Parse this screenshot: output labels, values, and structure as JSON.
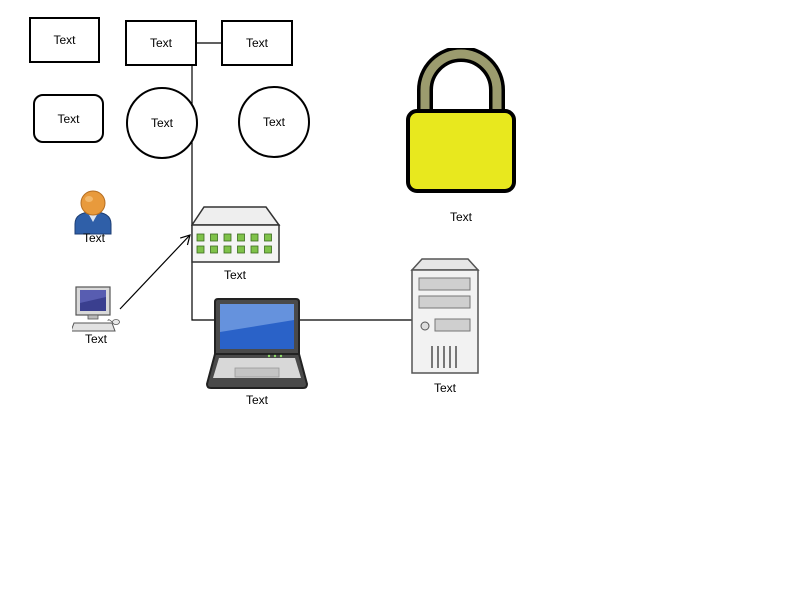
{
  "shapes": {
    "rect_1": "Text",
    "rect_2": "Text",
    "rect_3": "Text",
    "rounded_rect": "Text",
    "circle_1": "Text",
    "circle_2": "Text"
  },
  "devices": {
    "lock": "Text",
    "user": "Text",
    "switch": "Text",
    "workstation": "Text",
    "laptop": "Text",
    "server": "Text"
  },
  "icons": [
    "padlock-icon",
    "user-icon",
    "network-switch-icon",
    "workstation-icon",
    "laptop-icon",
    "server-icon"
  ],
  "colors": {
    "lock_body": "#e8e81e",
    "lock_shackle": "#9b9b6e",
    "laptop_screen": "#2a62c8",
    "switch_port": "#7fc24a",
    "user_head": "#e89a3c",
    "user_body": "#2f5fa8"
  }
}
